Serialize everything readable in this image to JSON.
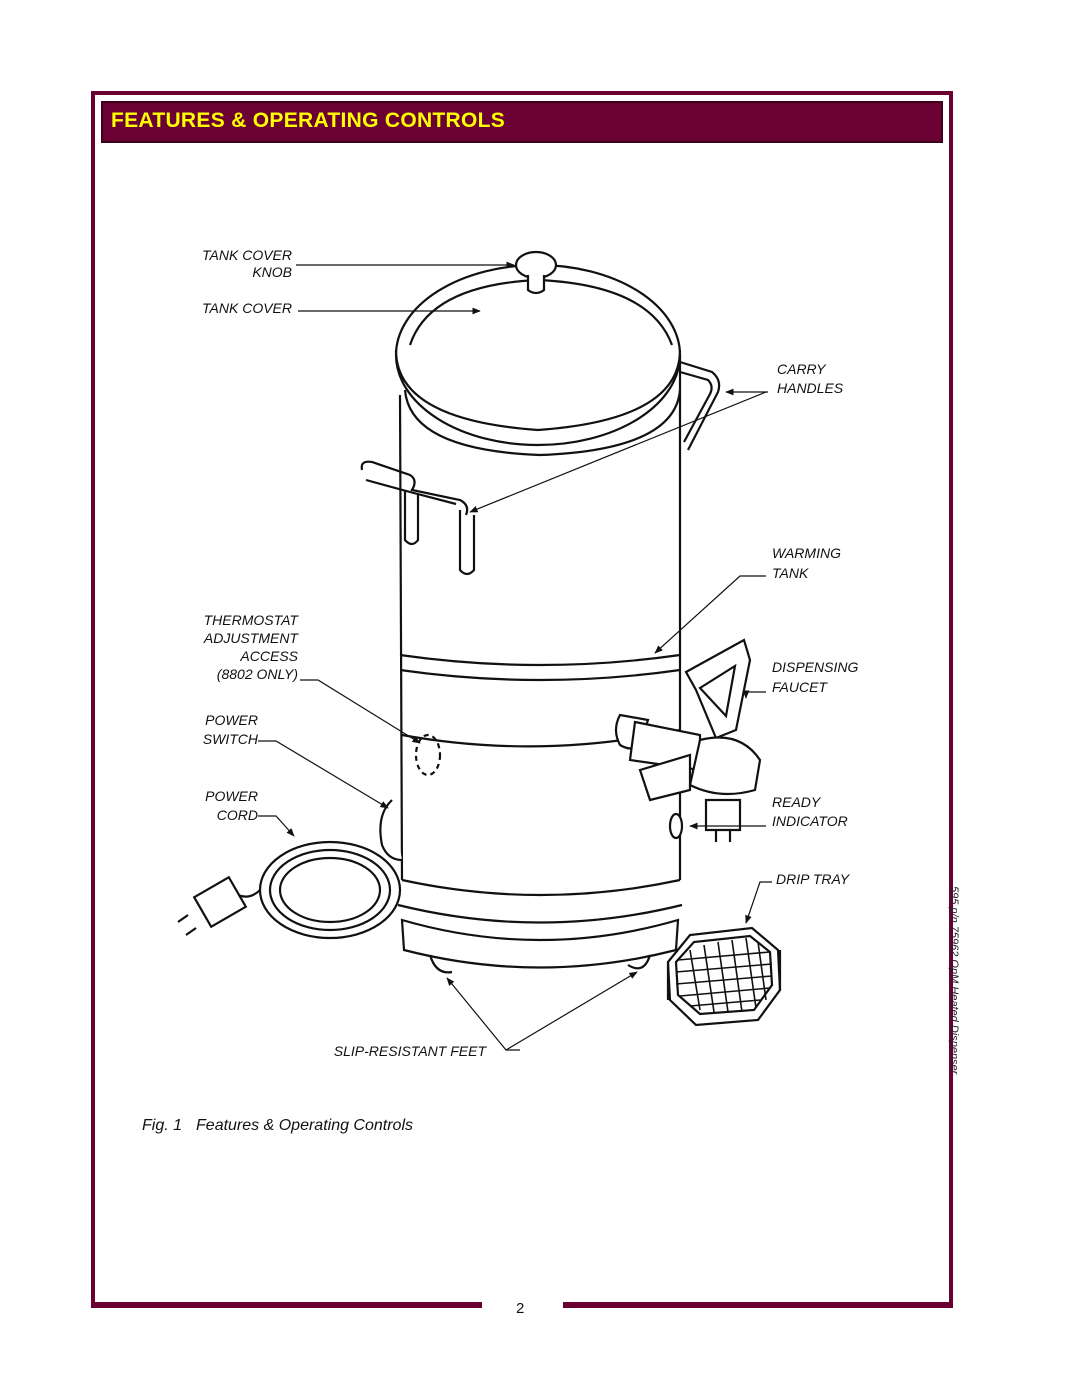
{
  "header": {
    "title": "FEATURES & OPERATING CONTROLS"
  },
  "labels": {
    "tank_cover_knob": [
      "TANK COVER",
      "KNOB"
    ],
    "tank_cover": "TANK COVER",
    "carry_handles": [
      "CARRY",
      "HANDLES"
    ],
    "warming_tank": [
      "WARMING",
      "TANK"
    ],
    "thermostat": [
      "THERMOSTAT",
      "ADJUSTMENT",
      "ACCESS",
      "(8802 ONLY)"
    ],
    "dispensing_faucet": [
      "DISPENSING",
      "FAUCET"
    ],
    "power_switch": [
      "POWER",
      "SWITCH"
    ],
    "power_cord": [
      "POWER",
      "CORD"
    ],
    "ready_indicator": [
      "READY",
      "INDICATOR"
    ],
    "drip_tray": "DRIP TRAY",
    "slip_resistant_feet": "SLIP-RESISTANT FEET"
  },
  "caption": {
    "fig": "Fig. 1",
    "text": "Features & Operating Controls"
  },
  "side_note": "595  p/n 75962  OpM Heated Dispenser",
  "page_number": "2",
  "colors": {
    "frame": "#6b0033",
    "header_text": "#ffff00"
  }
}
